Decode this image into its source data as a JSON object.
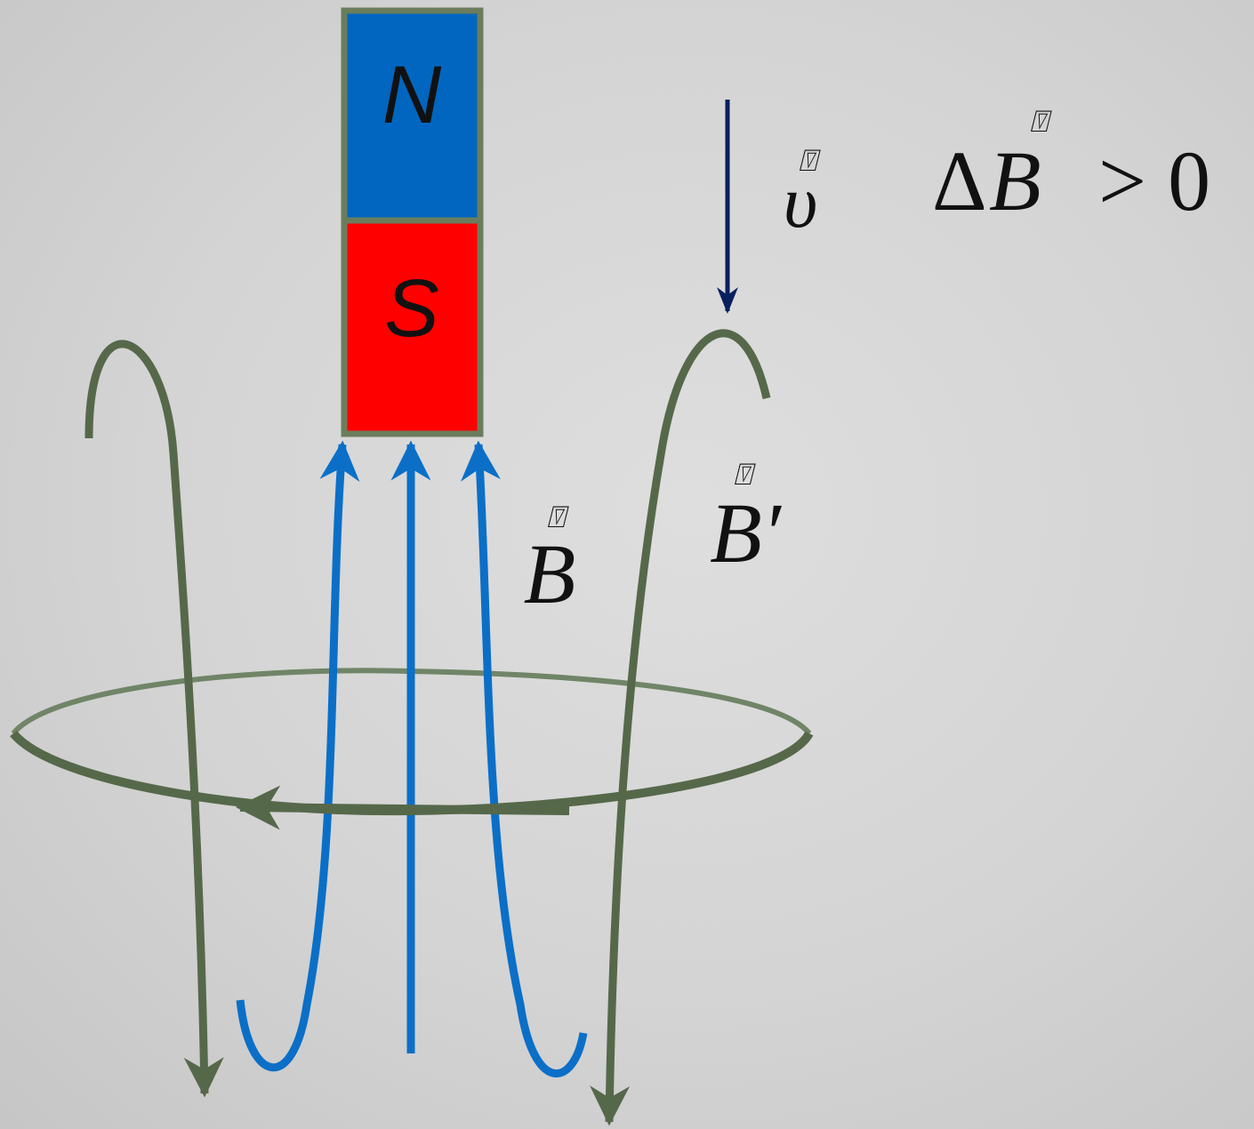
{
  "magnet": {
    "north_label": "N",
    "south_label": "S",
    "north_color": "#0066c0",
    "south_color": "#ff0000",
    "border_color": "#6b7d5d"
  },
  "labels": {
    "velocity": "υ",
    "field": "B",
    "induced_field": "B′",
    "change_delta": "Δ",
    "change_symbol": "B",
    "change_relation": "> 0",
    "vector_mark": "⍔"
  },
  "colors": {
    "field_lines": "#0b6fc7",
    "induced_lines": "#56684a",
    "velocity_arrow": "#0a1f5e",
    "text": "#111111"
  }
}
